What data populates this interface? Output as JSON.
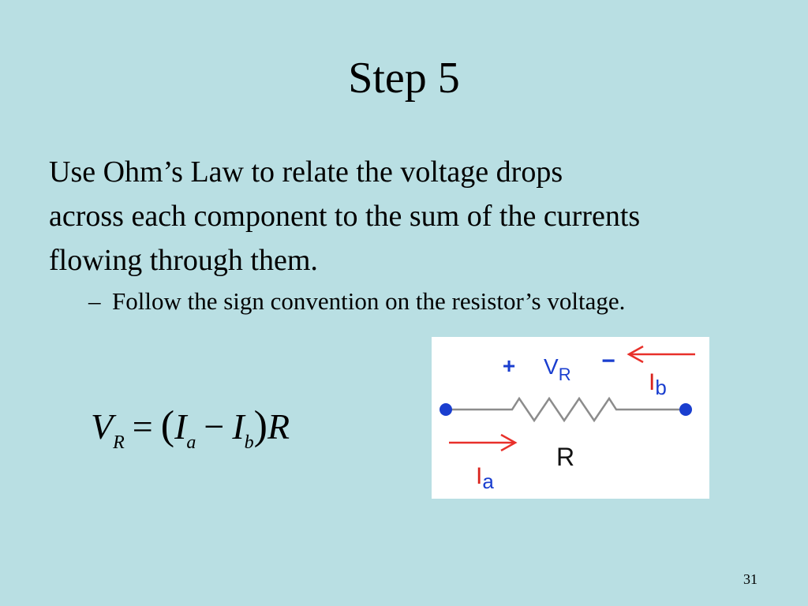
{
  "slide": {
    "title": "Step 5",
    "body_line1": "Use Ohm’s Law to relate the voltage drops",
    "body_line2": "across each component to the sum of the currents",
    "body_line3": "flowing through them.",
    "sub_bullet_marker": "–",
    "sub_bullet": "Follow the sign convention on the resistor’s voltage.",
    "slide_number": "31"
  },
  "equation": {
    "lhs_symbol": "V",
    "lhs_sub": "R",
    "equals": "=",
    "open_paren": "(",
    "term1_symbol": "I",
    "term1_sub": "a",
    "minus": "−",
    "term2_symbol": "I",
    "term2_sub": "b",
    "close_paren": ")",
    "rhs_symbol": "R"
  },
  "diagram": {
    "plus_sign": "+",
    "voltage_symbol": "V",
    "voltage_sub": "R",
    "minus_sign": "−",
    "current_b_symbol": "I",
    "current_b_sub": "b",
    "resistor_label": "R",
    "current_a_symbol": "I",
    "current_a_sub": "a",
    "colors": {
      "wire": "#8c8c8c",
      "node": "#1a3ecf",
      "arrow": "#e8302a",
      "label": "#1a3ecf",
      "current_label": "#d9231d"
    }
  }
}
